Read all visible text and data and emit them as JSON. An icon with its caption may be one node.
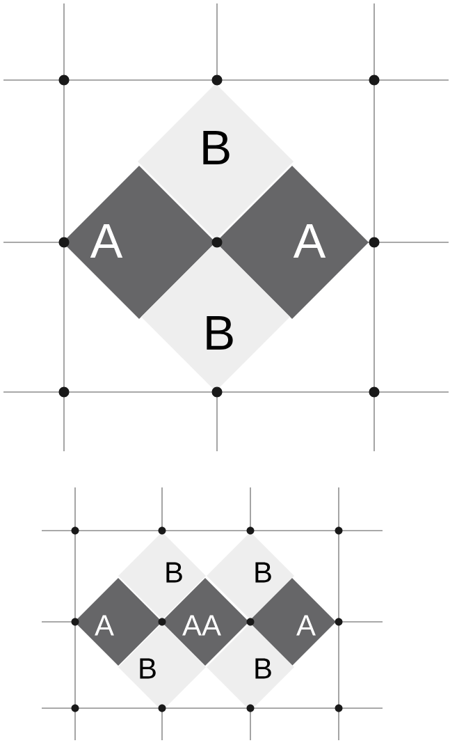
{
  "diagram": {
    "nodes": [
      {
        "text": [
          "B"
        ]
      },
      {
        "text": [
          "A"
        ]
      },
      {
        "text": [
          "A"
        ]
      },
      {
        "text": [
          "B"
        ]
      },
      {
        "text": [
          "B"
        ]
      },
      {
        "text": [
          "B"
        ]
      },
      {
        "text": [
          "A"
        ]
      },
      {
        "text": [
          "AA"
        ]
      },
      {
        "text": [
          "A"
        ]
      },
      {
        "text": [
          "B"
        ]
      },
      {
        "text": [
          "B"
        ]
      }
    ]
  }
}
